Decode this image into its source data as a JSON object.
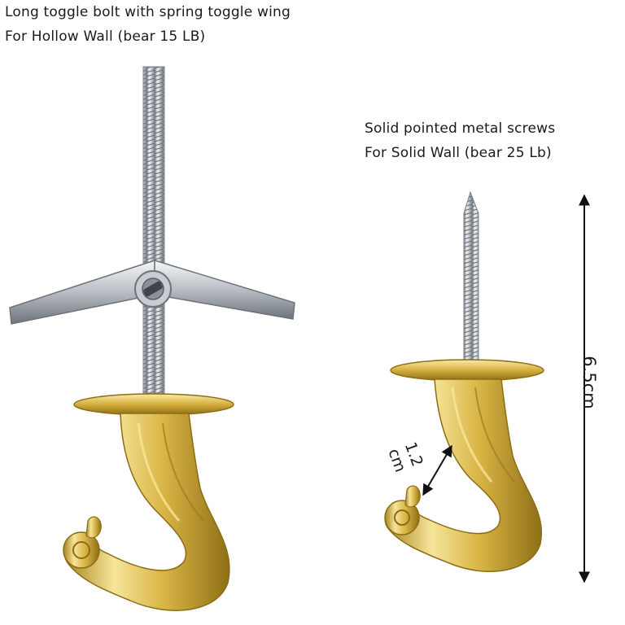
{
  "left_product": {
    "line1": "Long toggle bolt with spring toggle wing",
    "line2": "For Hollow Wall (bear 15 LB)"
  },
  "right_product": {
    "line1": "Solid pointed metal screws",
    "line2": "For Solid Wall (bear 25 Lb)"
  },
  "dimensions": {
    "height": "6.5cm",
    "width_value": "1.2",
    "width_unit": "cm"
  },
  "colors": {
    "brass": "#d9b545",
    "brass_dark": "#9c7a1c",
    "brass_light": "#f6e59a",
    "steel": "#c9cdd2",
    "steel_dark": "#7d838a",
    "steel_light": "#f4f6f8"
  }
}
